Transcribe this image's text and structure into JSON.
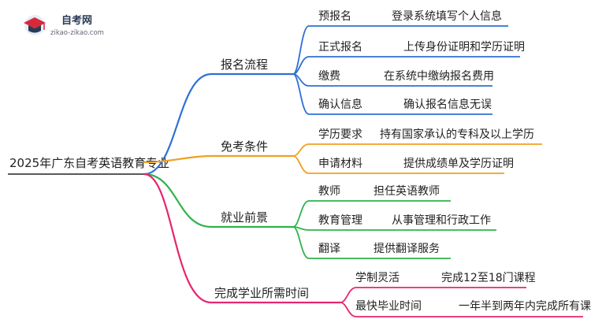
{
  "logo": {
    "title": "自考网",
    "url": "zikao-zikao.com"
  },
  "root": "2025年广东自考英语教育专业",
  "branches": [
    {
      "label": "报名流程",
      "color": "#2f6fd6",
      "children": [
        {
          "label": "预报名",
          "detail": "登录系统填写个人信息"
        },
        {
          "label": "正式报名",
          "detail": "上传身份证明和学历证明"
        },
        {
          "label": "缴费",
          "detail": "在系统中缴纳报名费用"
        },
        {
          "label": "确认信息",
          "detail": "确认报名信息无误"
        }
      ]
    },
    {
      "label": "免考条件",
      "color": "#f0a020",
      "children": [
        {
          "label": "学历要求",
          "detail": "持有国家承认的专科及以上学历"
        },
        {
          "label": "申请材料",
          "detail": "提供成绩单及学历证明"
        }
      ]
    },
    {
      "label": "就业前景",
      "color": "#2eb34a",
      "children": [
        {
          "label": "教师",
          "detail": "担任英语教师"
        },
        {
          "label": "教育管理",
          "detail": "从事管理和行政工作"
        },
        {
          "label": "翻译",
          "detail": "提供翻译服务"
        }
      ]
    },
    {
      "label": "完成学业所需时间",
      "color": "#e8256e",
      "children": [
        {
          "label": "学制灵活",
          "detail": "完成12至18门课程"
        },
        {
          "label": "最快毕业时间",
          "detail": "一年半到两年内完成所有课程"
        }
      ]
    }
  ]
}
